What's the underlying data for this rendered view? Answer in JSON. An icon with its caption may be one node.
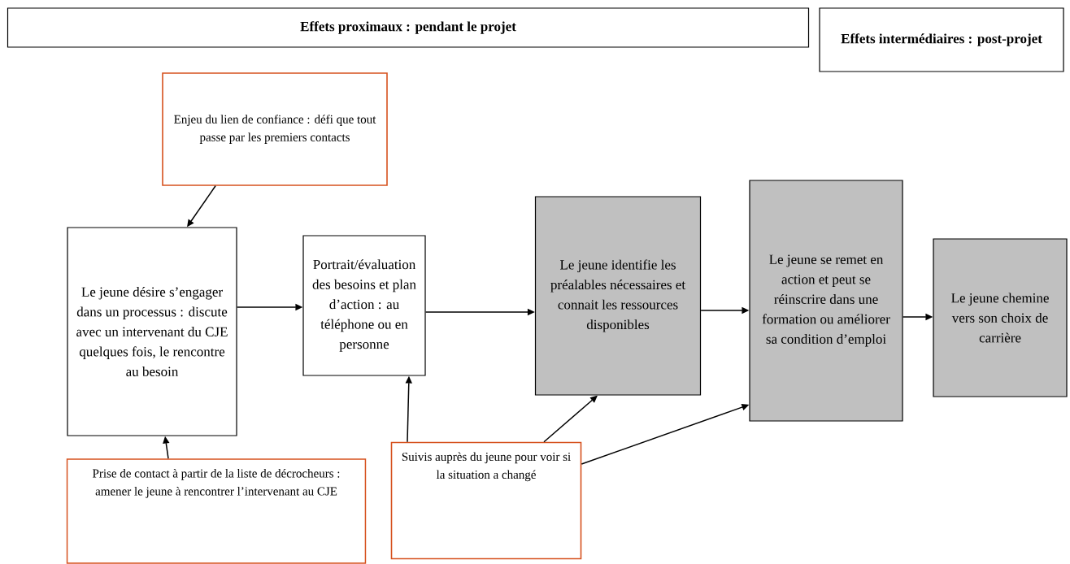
{
  "diagram": {
    "nodes": [
      {
        "text": [
          "Effets proximaux : pendant le projet"
        ]
      },
      {
        "text": [
          "Effets intermédiaires : post-projet"
        ]
      },
      {
        "text": [
          "Enjeu du lien de confiance : défi que tout passe par les premiers contacts"
        ]
      },
      {
        "text": [
          "Le jeune désire s’engager dans un processus : discute avec un intervenant du CJE quelques fois, le rencontre au besoin"
        ]
      },
      {
        "text": [
          "Portrait/évaluation des besoins et plan d’action : au téléphone ou en personne"
        ]
      },
      {
        "text": [
          "Le jeune identifie les préalables nécessaires et connait les ressources disponibles"
        ]
      },
      {
        "text": [
          "Le jeune se remet en action et peut se réinscrire dans une formation ou améliorer sa condition d’emploi"
        ]
      },
      {
        "text": [
          "Le jeune chemine vers son choix de carrière"
        ]
      },
      {
        "text": [
          "Prise de contact à partir de la liste de décrocheurs : amener le jeune à rencontrer l’intervenant au CJE"
        ]
      },
      {
        "text": [
          "Suivis auprès du jeune pour voir si la situation a changé"
        ]
      }
    ],
    "edges": [
      {
        "from": 2,
        "to": 3,
        "arrow": "to"
      },
      {
        "from": 3,
        "to": 4,
        "arrow": "to"
      },
      {
        "from": 4,
        "to": 5,
        "arrow": "to"
      },
      {
        "from": 5,
        "to": 6,
        "arrow": "to"
      },
      {
        "from": 6,
        "to": 7,
        "arrow": "to"
      },
      {
        "from": 8,
        "to": 3,
        "arrow": "to"
      },
      {
        "from": 9,
        "to": 4,
        "arrow": "to"
      },
      {
        "from": 9,
        "to": 5,
        "arrow": "to"
      },
      {
        "from": 9,
        "to": 6,
        "arrow": "to"
      }
    ]
  }
}
